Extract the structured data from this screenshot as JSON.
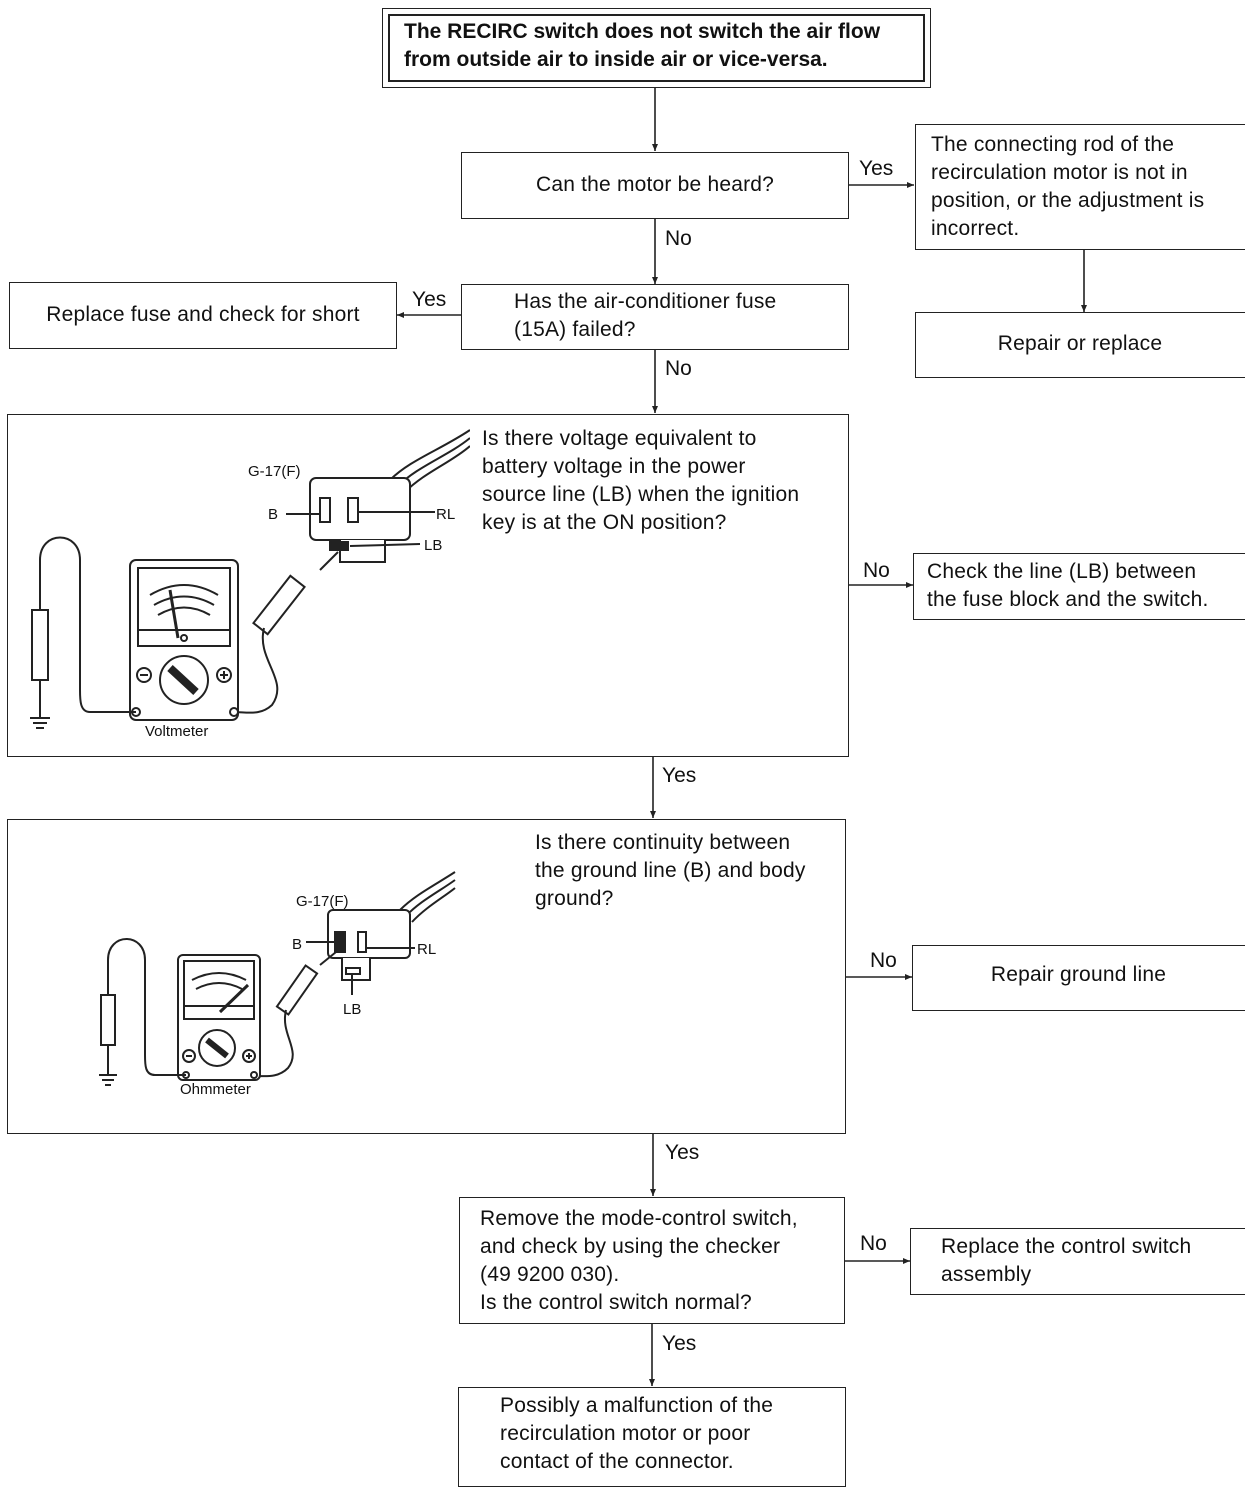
{
  "title": {
    "line1": "The RECIRC switch does not switch the air flow",
    "line2": "from outside air to inside air or vice-versa."
  },
  "steps": {
    "motor_heard": "Can the motor be heard?",
    "connecting_rod": [
      "The connecting rod of the",
      "recirculation motor is not in",
      "position, or the adjustment is",
      "incorrect."
    ],
    "repair_replace": "Repair or replace",
    "fuse_failed": [
      "Has the air-conditioner fuse",
      "(15A) failed?"
    ],
    "replace_fuse": "Replace fuse and check for short",
    "voltage_question": [
      "Is there voltage equivalent to",
      "battery voltage in the power",
      "source line (LB) when the ignition",
      "key is at the ON position?"
    ],
    "check_line": [
      "Check the line (LB) between",
      "the fuse block and the switch."
    ],
    "continuity_question": [
      "Is there continuity between",
      "the ground line (B) and body",
      "ground?"
    ],
    "repair_ground": "Repair ground line",
    "control_switch": [
      "Remove the mode-control switch,",
      "and check by using the checker",
      "(49 9200 030).",
      "Is the control switch normal?"
    ],
    "replace_switch": [
      "Replace the control switch",
      "assembly"
    ],
    "malfunction": [
      "Possibly a malfunction of the",
      "recirculation motor or poor",
      "contact of the connector."
    ]
  },
  "edge_labels": {
    "yes": "Yes",
    "no": "No"
  },
  "illustrations": {
    "voltmeter": {
      "connector": "G-17(F)",
      "pin_b": "B",
      "pin_rl": "RL",
      "pin_lb": "LB",
      "meter": "Voltmeter"
    },
    "ohmmeter": {
      "connector": "G-17(F)",
      "pin_b": "B",
      "pin_rl": "RL",
      "pin_lb": "LB",
      "meter": "Ohmmeter"
    }
  }
}
